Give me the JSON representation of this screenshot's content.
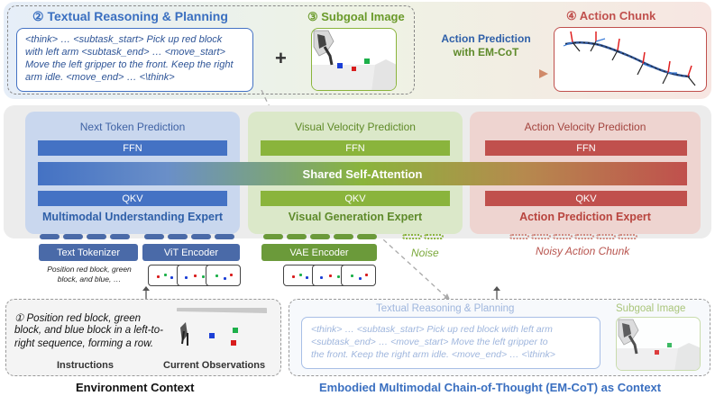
{
  "top": {
    "textual_title": "② Textual Reasoning & Planning",
    "textual_lines": [
      "<think> … <subtask_start> Pick up red block",
      "with left arm <subtask_end> … <move_start>",
      "Move the left gripper to the front. Keep the right",
      "arm idle. <move_end> … <\\think>"
    ],
    "plus": "+",
    "subgoal_title": "③ Subgoal Image",
    "action_pred_line1": "Action Prediction",
    "action_pred_line2": "with EM-CoT",
    "action_chunk_title": "④ Action Chunk"
  },
  "experts": {
    "und": {
      "head": "Next Token Prediction",
      "ffn": "FFN",
      "qkv": "QKV",
      "name": "Multimodal Understanding Expert"
    },
    "gen": {
      "head": "Visual Velocity Prediction",
      "ffn": "FFN",
      "qkv": "QKV",
      "name": "Visual Generation Expert"
    },
    "act": {
      "head": "Action Velocity Prediction",
      "ffn": "FFN",
      "qkv": "QKV",
      "name": "Action Prediction Expert"
    },
    "shared": "Shared Self-Attention"
  },
  "encoders": {
    "text_tokenizer": "Text Tokenizer",
    "vit_encoder": "ViT Encoder",
    "vae_encoder": "VAE Encoder",
    "instruction_snippet": [
      "Position red block, green",
      "block, and blue, …"
    ],
    "noise": "Noise",
    "noisy_action_chunk": "Noisy Action Chunk"
  },
  "env": {
    "instruction_lines": [
      "① Position red block, green",
      "block, and blue block in a left-to-",
      "right sequence, forming a row."
    ],
    "instructions_label": "Instructions",
    "observations_label": "Current Observations",
    "title": "Environment Context"
  },
  "emcot": {
    "textual_title": "Textual Reasoning & Planning",
    "subgoal_title": "Subgoal Image",
    "textual_lines": [
      "<think> … <subtask_start> Pick up red block with left arm",
      "<subtask_end> … <move_start> Move the left gripper to",
      "the front. Keep the right arm idle. <move_end> … <\\think>"
    ],
    "title": "Embodied Multimodal Chain-of-Thought (EM-CoT) as Context"
  },
  "colors": {
    "blue": "#4472c4",
    "green": "#8ab43c",
    "red": "#b85450",
    "title_blue": "#3a6fc0",
    "title_green": "#6a9a2a",
    "title_red": "#c0504d"
  },
  "icons": [
    "robot-arm-icon",
    "action-trajectory-icon",
    "arrow-icon"
  ]
}
